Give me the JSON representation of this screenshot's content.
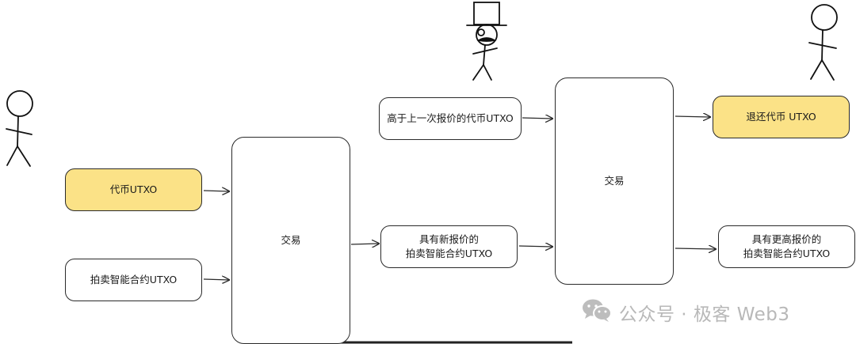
{
  "boxes": {
    "token_utxo": "代币UTXO",
    "auction_contract_utxo": "拍卖智能合约UTXO",
    "tx1": "交易",
    "new_bid_contract_utxo": "具有新报价的\n拍卖智能合约UTXO",
    "higher_bid_token_utxo": "高于上一次报价的代币UTXO",
    "tx2": "交易",
    "refund_token_utxo": "退还代币 UTXO",
    "higher_bid_contract_utxo": "具有更高报价的\n拍卖智能合约UTXO"
  },
  "colors": {
    "highlight": "#fbe287",
    "stroke": "#2a2a2a",
    "watermark": "#b8b8b8"
  },
  "icons": [
    "stick-figure-icon",
    "top-hat-figure-icon",
    "stick-figure-icon",
    "wechat-icon"
  ],
  "watermark": "公众号 · 极客 Web3"
}
